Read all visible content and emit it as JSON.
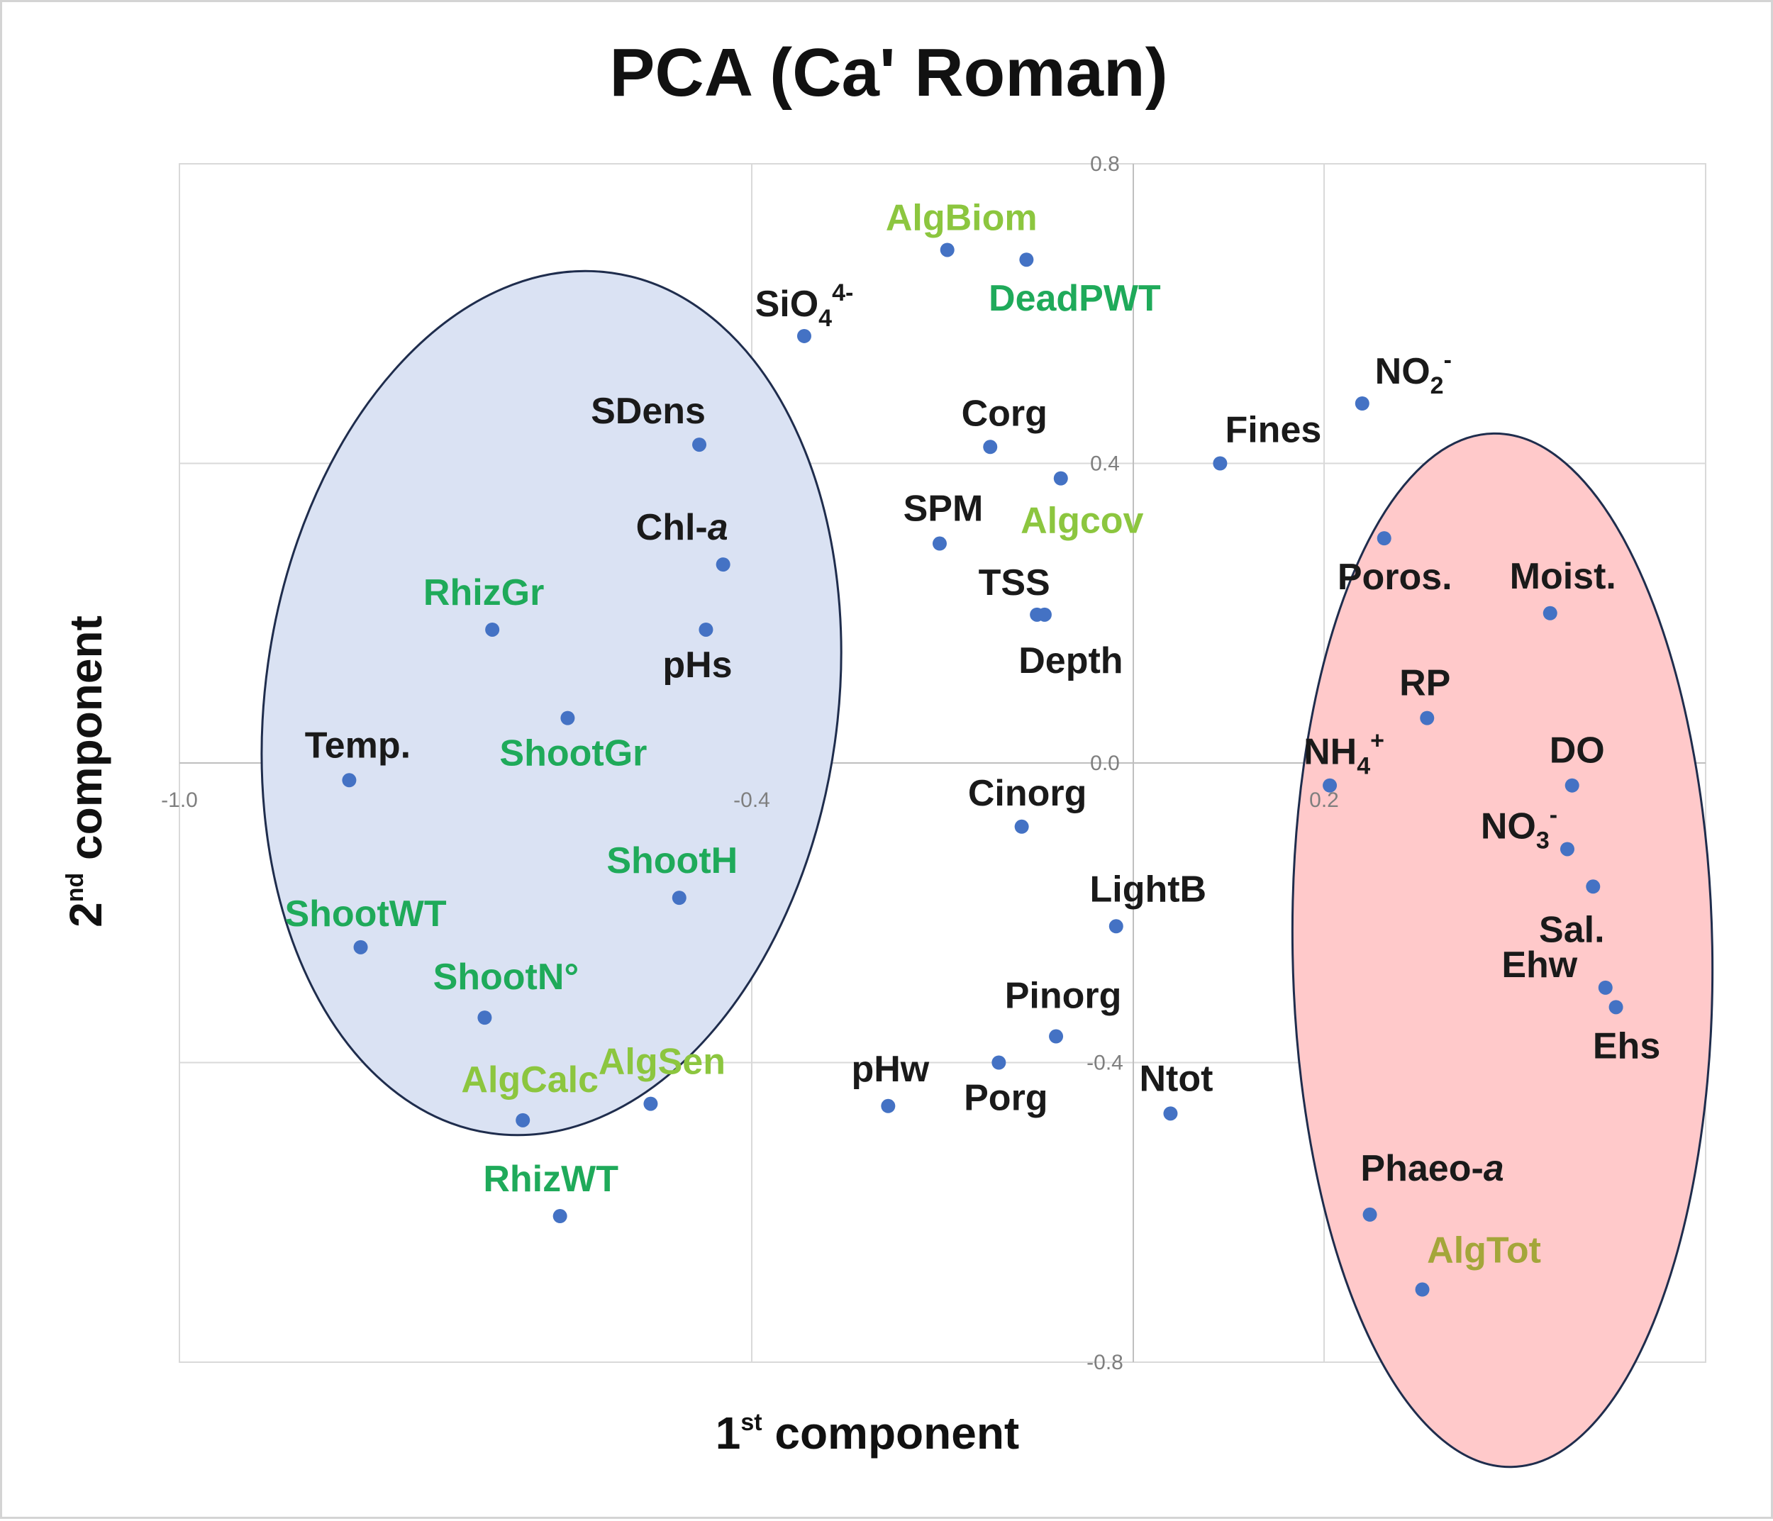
{
  "chart_data": {
    "type": "scatter",
    "title": "PCA (Ca' Roman)",
    "xlabel": {
      "base": "1",
      "sup": "st",
      "rest": " component"
    },
    "ylabel": {
      "base": "2",
      "sup": "nd",
      "rest": " component"
    },
    "xlim": [
      -1.0,
      0.6
    ],
    "ylim": [
      -0.8,
      0.8
    ],
    "grid": true,
    "marker_color": "#4472c4",
    "colors": {
      "black": "#1a1a1a",
      "green": "#1faa5a",
      "lightgreen": "#8cc63f",
      "olive": "#a4a63a"
    },
    "x_ticks": [
      {
        "value": -1.0,
        "label": "-1.0"
      },
      {
        "value": -0.4,
        "label": "-0.4"
      },
      {
        "value": 0.2,
        "label": "0.2"
      }
    ],
    "y_ticks": [
      {
        "value": 0.8,
        "label": "0.8"
      },
      {
        "value": 0.4,
        "label": "0.4"
      },
      {
        "value": 0.0,
        "label": "0.0"
      },
      {
        "value": -0.4,
        "label": "-0.4"
      },
      {
        "value": -0.8,
        "label": "-0.8"
      }
    ],
    "clusters": [
      {
        "name": "left-cluster",
        "cx": -0.61,
        "cy": 0.08,
        "rx": 0.3,
        "ry": 0.58,
        "angle": 8,
        "fill": "#dae2f3",
        "stroke": "#1f2d4d"
      },
      {
        "name": "right-cluster",
        "cx": 0.387,
        "cy": -0.25,
        "rx": 0.22,
        "ry": 0.69,
        "angle": -1,
        "fill": "#ffc9ca",
        "stroke": "#1f2d4d"
      }
    ],
    "points": [
      {
        "label": "AlgBiom",
        "x": -0.195,
        "y": 0.685,
        "color": "lightgreen"
      },
      {
        "label": "DeadPWT",
        "x": -0.112,
        "y": 0.672,
        "color": "green"
      },
      {
        "label": "SiO",
        "sub": "4",
        "sup": "4-",
        "x": -0.345,
        "y": 0.57,
        "color": "black"
      },
      {
        "label": "SDens",
        "x": -0.455,
        "y": 0.425,
        "color": "black"
      },
      {
        "label": "Corg",
        "x": -0.15,
        "y": 0.422,
        "color": "black"
      },
      {
        "label": "Algcov",
        "x": -0.076,
        "y": 0.38,
        "color": "lightgreen"
      },
      {
        "label": "Fines",
        "x": 0.091,
        "y": 0.4,
        "color": "black"
      },
      {
        "label": "NO",
        "sub": "2",
        "sup": "-",
        "x": 0.24,
        "y": 0.48,
        "color": "black"
      },
      {
        "label": "Chl-",
        "italic": "a",
        "x": -0.43,
        "y": 0.265,
        "color": "black"
      },
      {
        "label": "SPM",
        "x": -0.203,
        "y": 0.293,
        "color": "black"
      },
      {
        "label": "Poros.",
        "x": 0.263,
        "y": 0.3,
        "color": "black"
      },
      {
        "label": "RhizGr",
        "x": -0.672,
        "y": 0.178,
        "color": "green"
      },
      {
        "label": "pHs",
        "x": -0.448,
        "y": 0.178,
        "color": "black"
      },
      {
        "label": "TSS",
        "x": -0.101,
        "y": 0.198,
        "color": "black"
      },
      {
        "label": "Depth",
        "x": -0.093,
        "y": 0.198,
        "color": "black"
      },
      {
        "label": "Moist.",
        "x": 0.437,
        "y": 0.2,
        "color": "black"
      },
      {
        "label": "ShootGr",
        "x": -0.593,
        "y": 0.06,
        "color": "green"
      },
      {
        "label": "RP",
        "x": 0.308,
        "y": 0.06,
        "color": "black"
      },
      {
        "label": "Temp.",
        "x": -0.822,
        "y": -0.023,
        "color": "black"
      },
      {
        "label": "NH",
        "sub": "4",
        "sup": "+",
        "x": 0.206,
        "y": -0.03,
        "color": "black"
      },
      {
        "label": "DO",
        "x": 0.46,
        "y": -0.03,
        "color": "black"
      },
      {
        "label": "Cinorg",
        "x": -0.117,
        "y": -0.085,
        "color": "black"
      },
      {
        "label": "NO",
        "sub": "3",
        "sup": "-",
        "x": 0.455,
        "y": -0.115,
        "color": "black"
      },
      {
        "label": "ShootH",
        "x": -0.476,
        "y": -0.18,
        "color": "green"
      },
      {
        "label": "Sal.",
        "x": 0.482,
        "y": -0.165,
        "color": "black"
      },
      {
        "label": "LightB",
        "x": -0.018,
        "y": -0.218,
        "color": "black"
      },
      {
        "label": "ShootWT",
        "x": -0.81,
        "y": -0.246,
        "color": "green"
      },
      {
        "label": "ShootN°",
        "x": -0.68,
        "y": -0.34,
        "color": "green"
      },
      {
        "label": "Ehw",
        "x": 0.495,
        "y": -0.3,
        "color": "black"
      },
      {
        "label": "Ehs",
        "x": 0.506,
        "y": -0.326,
        "color": "black"
      },
      {
        "label": "Pinorg",
        "x": -0.081,
        "y": -0.365,
        "color": "black"
      },
      {
        "label": "Porg",
        "x": -0.141,
        "y": -0.4,
        "color": "black"
      },
      {
        "label": "pHw",
        "x": -0.257,
        "y": -0.458,
        "color": "black"
      },
      {
        "label": "AlgSen",
        "x": -0.506,
        "y": -0.455,
        "color": "lightgreen"
      },
      {
        "label": "AlgCalc",
        "x": -0.64,
        "y": -0.477,
        "color": "lightgreen"
      },
      {
        "label": "Ntot",
        "x": 0.039,
        "y": -0.468,
        "color": "black"
      },
      {
        "label": "RhizWT",
        "x": -0.601,
        "y": -0.605,
        "color": "green"
      },
      {
        "label": "Phaeo-",
        "italic": "a",
        "x": 0.248,
        "y": -0.603,
        "color": "black"
      },
      {
        "label": "AlgTot",
        "x": 0.303,
        "y": -0.703,
        "color": "olive"
      }
    ]
  }
}
